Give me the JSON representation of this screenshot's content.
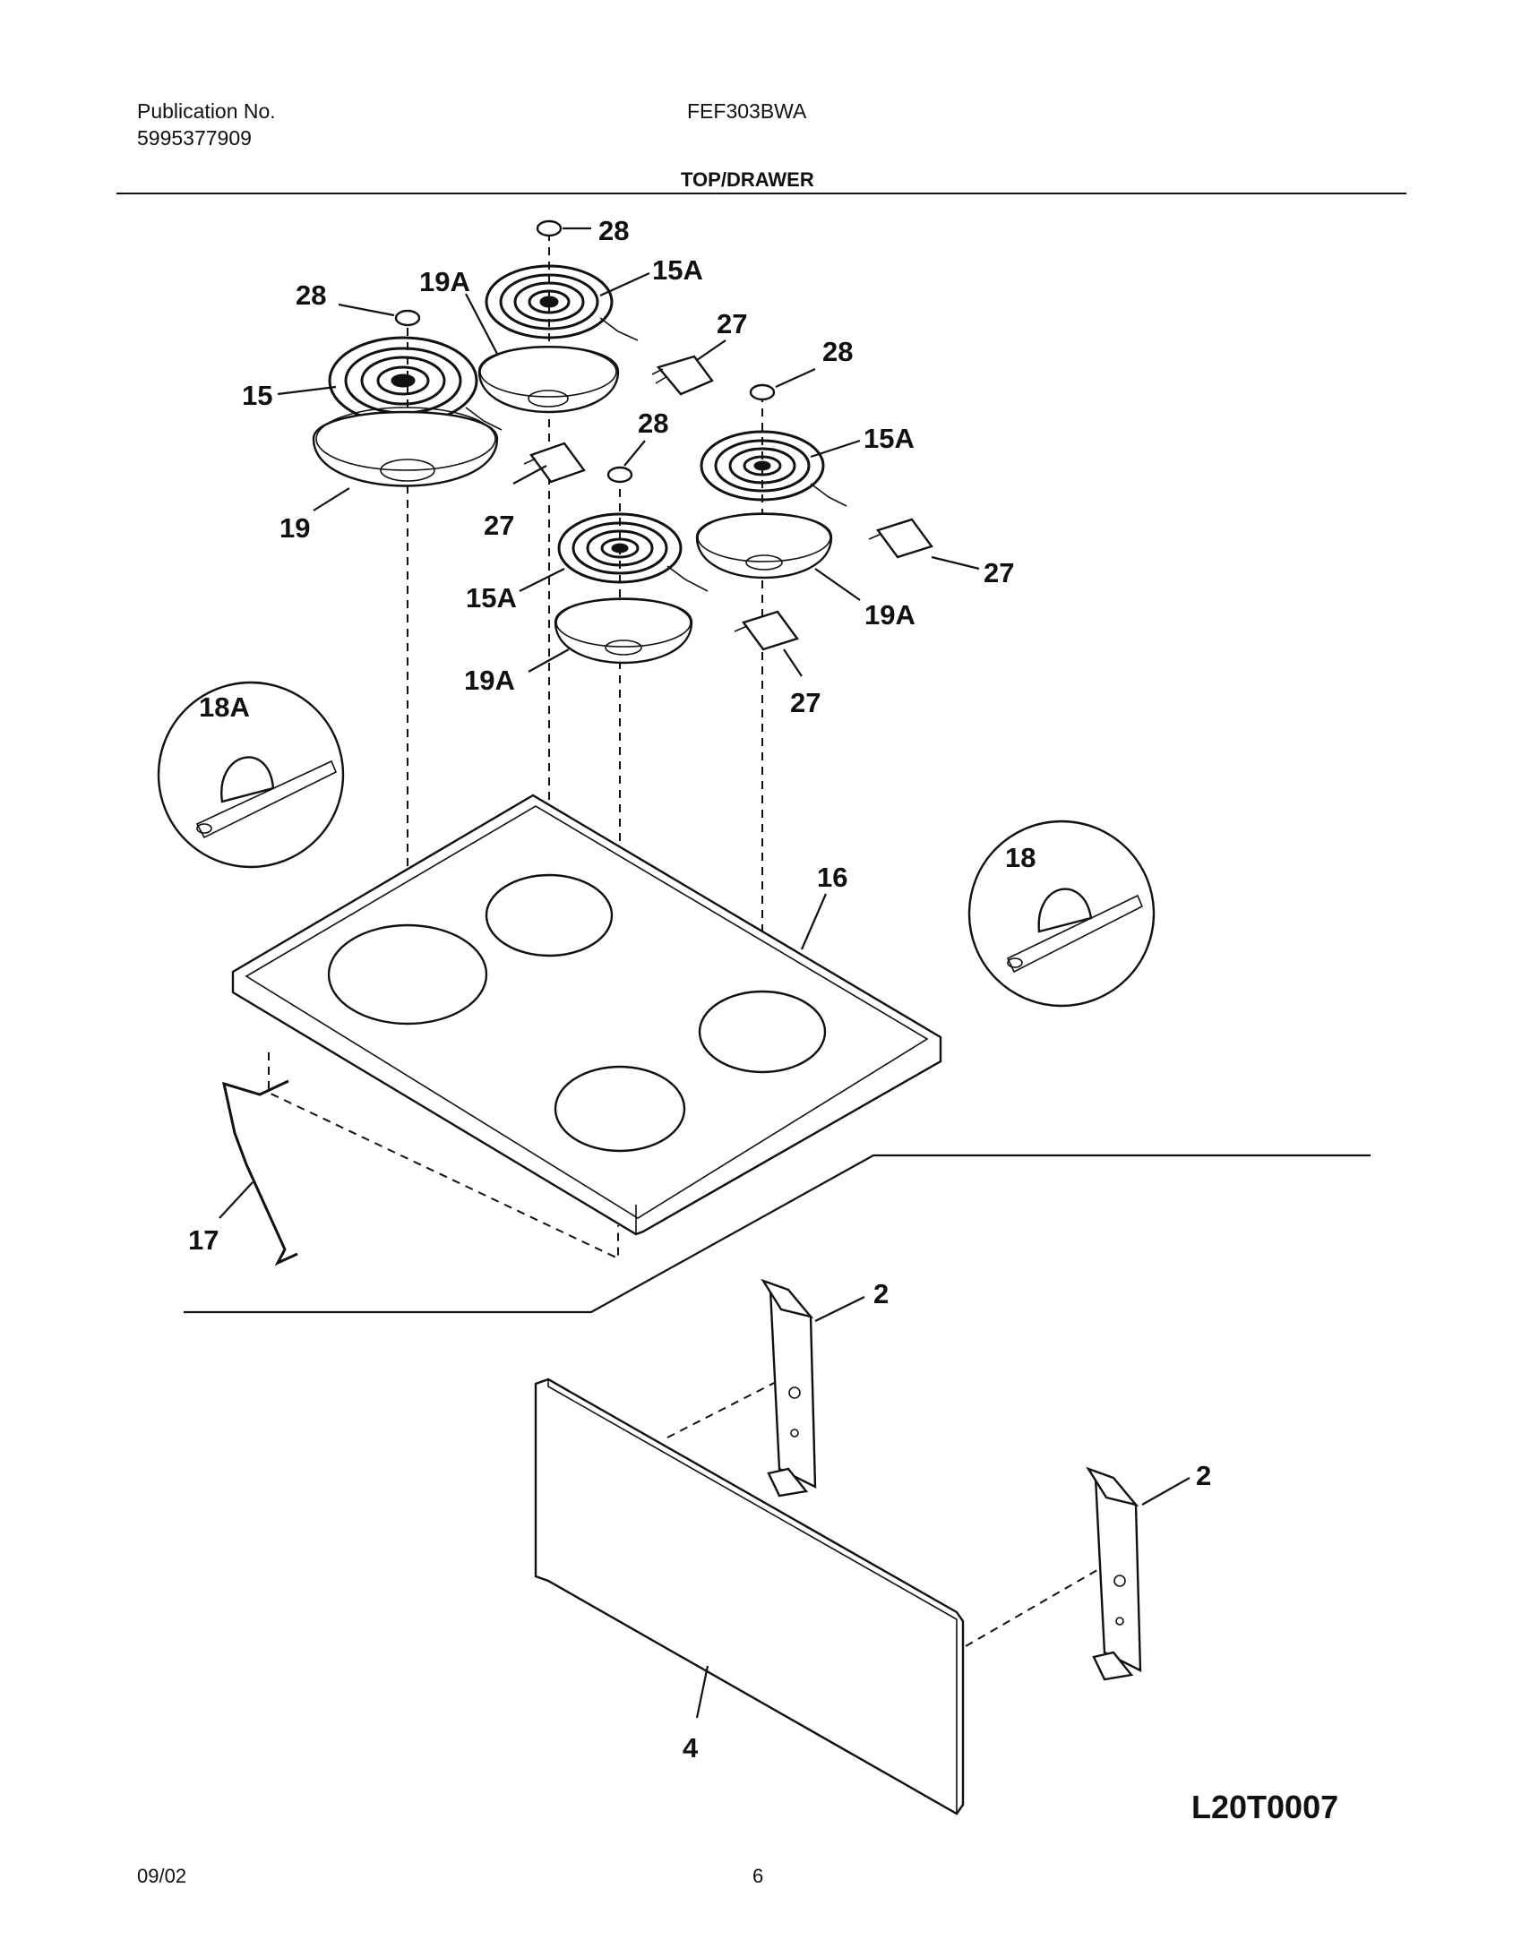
{
  "header": {
    "publication_label": "Publication No.",
    "publication_number": "5995377909",
    "model": "FEF303BWA",
    "section": "TOP/DRAWER"
  },
  "footer": {
    "date": "09/02",
    "page": "6"
  },
  "diagram": {
    "code": "L20T0007",
    "callouts": [
      "28",
      "28",
      "28",
      "28",
      "19A",
      "15A",
      "15",
      "27",
      "27",
      "27",
      "27",
      "15A",
      "15A",
      "19",
      "19A",
      "19A",
      "18A",
      "18",
      "16",
      "17",
      "2",
      "2",
      "4"
    ]
  }
}
